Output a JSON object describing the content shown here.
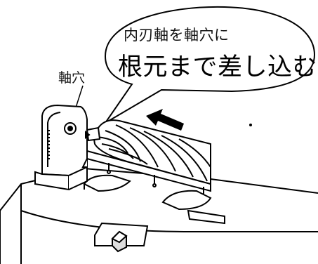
{
  "callout": {
    "line1": "内刃軸を軸穴に",
    "line2": "根元まで差し込む"
  },
  "labels": {
    "shaft_hole": "軸穴"
  },
  "icons": {
    "direction_arrow": "arrow-left-icon"
  }
}
